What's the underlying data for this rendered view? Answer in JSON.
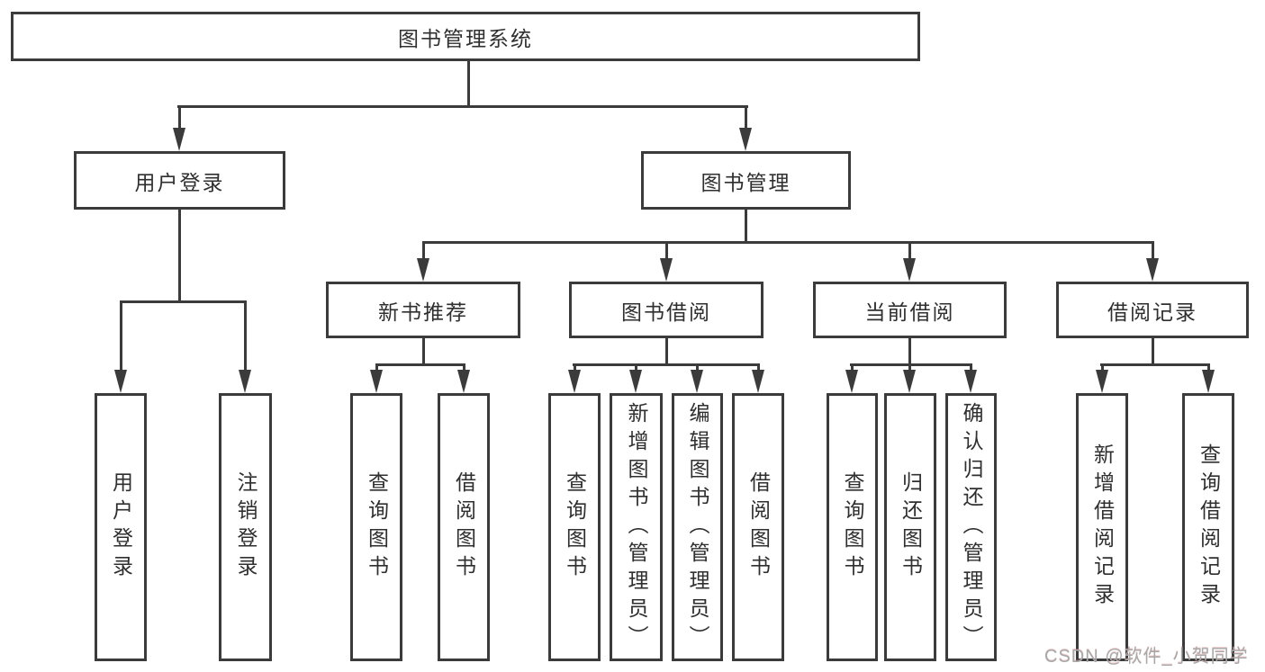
{
  "diagram": {
    "root": {
      "label": "图书管理系统"
    },
    "level2": [
      {
        "label": "用户登录"
      },
      {
        "label": "图书管理"
      }
    ],
    "level3": [
      {
        "label": "新书推荐"
      },
      {
        "label": "图书借阅"
      },
      {
        "label": "当前借阅"
      },
      {
        "label": "借阅记录"
      }
    ],
    "leaves": [
      {
        "label": "用户登录"
      },
      {
        "label": "注销登录"
      },
      {
        "label": "查询图书"
      },
      {
        "label": "借阅图书"
      },
      {
        "label": "查询图书"
      },
      {
        "label": "新增图书（管理员）"
      },
      {
        "label": "编辑图书（管理员）"
      },
      {
        "label": "借阅图书"
      },
      {
        "label": "查询图书"
      },
      {
        "label": "归还图书"
      },
      {
        "label": "确认归还（管理员）"
      },
      {
        "label": "新增借阅记录"
      },
      {
        "label": "查询借阅记录"
      }
    ],
    "watermark": "CSDN @软件_小贺同学",
    "colors": {
      "line": "#3b3b3b",
      "text": "#2f2f2f",
      "watermark": "#a8a8a8",
      "background": "#ffffff"
    }
  }
}
